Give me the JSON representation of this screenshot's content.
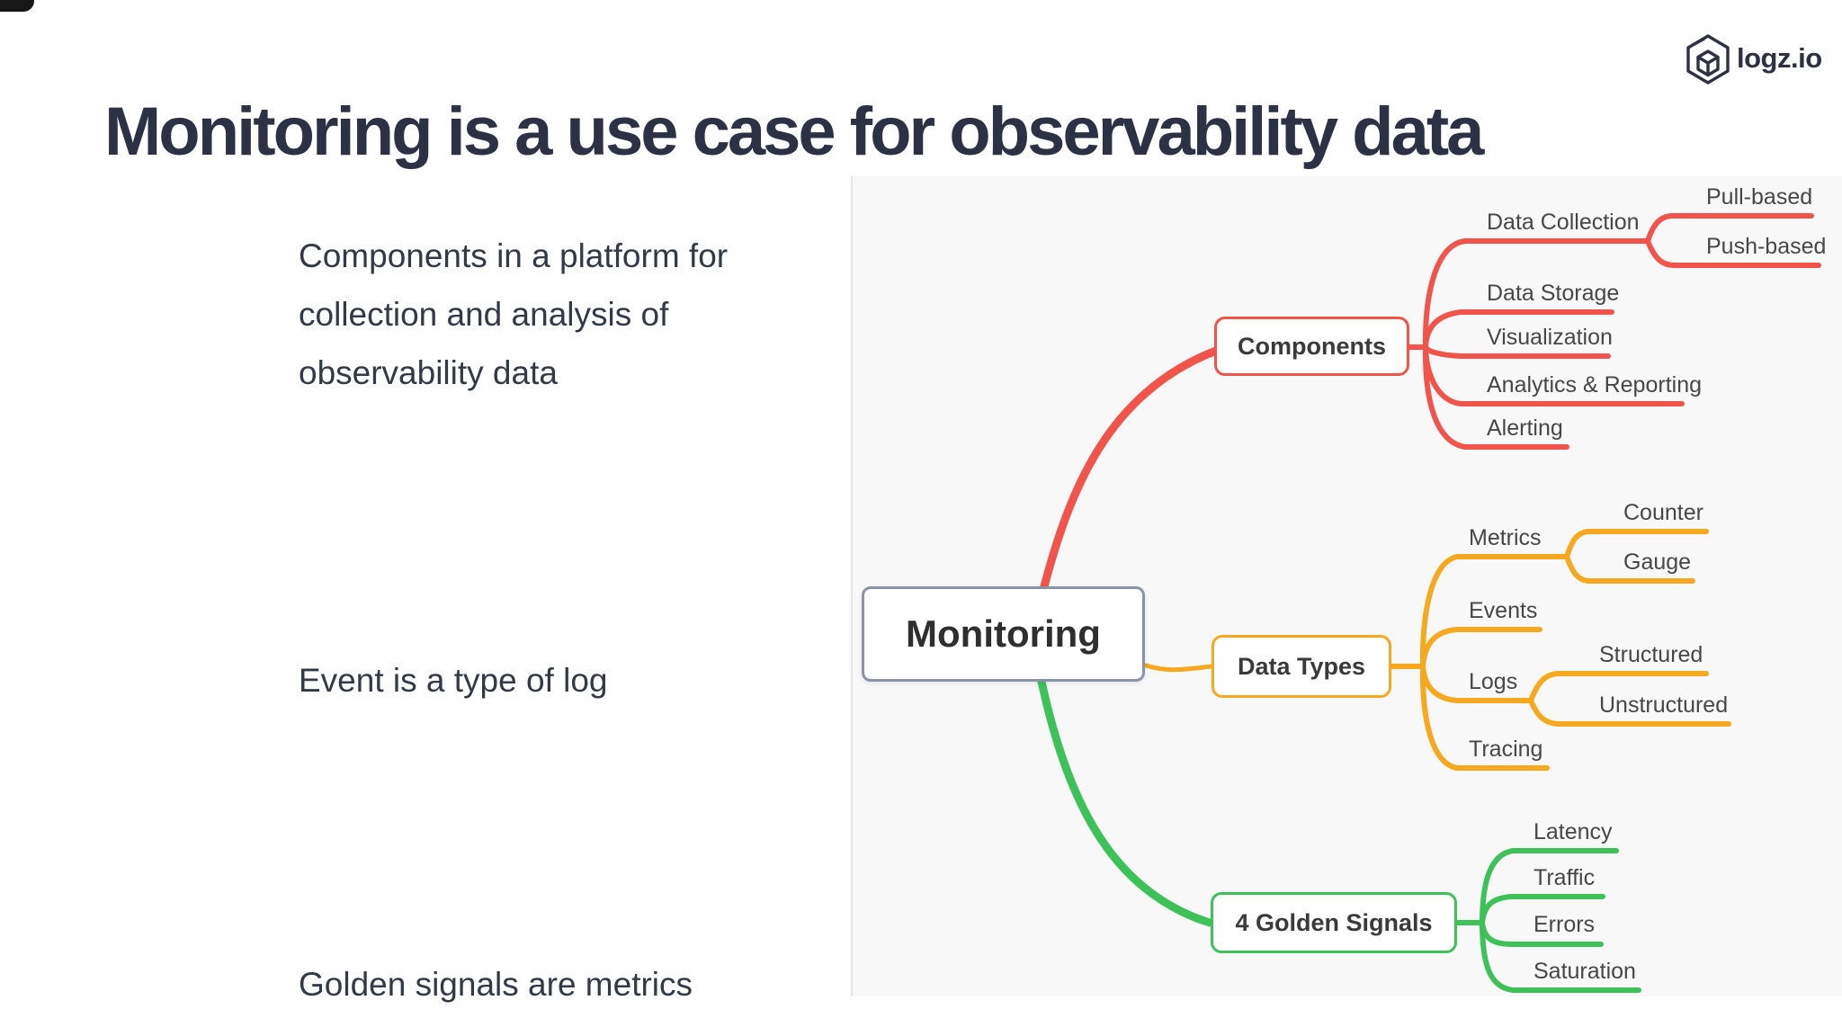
{
  "title": "Monitoring is a use case for observability data",
  "logo": {
    "text": "logz.io"
  },
  "notes": [
    "Components in a platform for collection and analysis of observability data",
    "Event is a type of log",
    "Golden signals are metrics"
  ],
  "colors": {
    "components_red": "#f0544a",
    "datatypes_yellow": "#f6a81f",
    "golden_green": "#3fc159",
    "root_border_grey": "#8b94a7",
    "title_text": "#2c3144"
  },
  "mindmap": {
    "root": "Monitoring",
    "branches": [
      {
        "label": "Components",
        "color": "#f0544a",
        "children": [
          {
            "label": "Data Collection",
            "children": [
              {
                "label": "Pull-based"
              },
              {
                "label": "Push-based"
              }
            ]
          },
          {
            "label": "Data Storage"
          },
          {
            "label": "Visualization"
          },
          {
            "label": "Analytics & Reporting"
          },
          {
            "label": "Alerting"
          }
        ]
      },
      {
        "label": "Data Types",
        "color": "#f6a81f",
        "children": [
          {
            "label": "Metrics",
            "children": [
              {
                "label": "Counter"
              },
              {
                "label": "Gauge"
              }
            ]
          },
          {
            "label": "Events"
          },
          {
            "label": "Logs",
            "children": [
              {
                "label": "Structured"
              },
              {
                "label": "Unstructured"
              }
            ]
          },
          {
            "label": "Tracing"
          }
        ]
      },
      {
        "label": "4 Golden  Signals",
        "color": "#3fc159",
        "children": [
          {
            "label": "Latency"
          },
          {
            "label": "Traffic"
          },
          {
            "label": "Errors"
          },
          {
            "label": "Saturation"
          }
        ]
      }
    ]
  }
}
